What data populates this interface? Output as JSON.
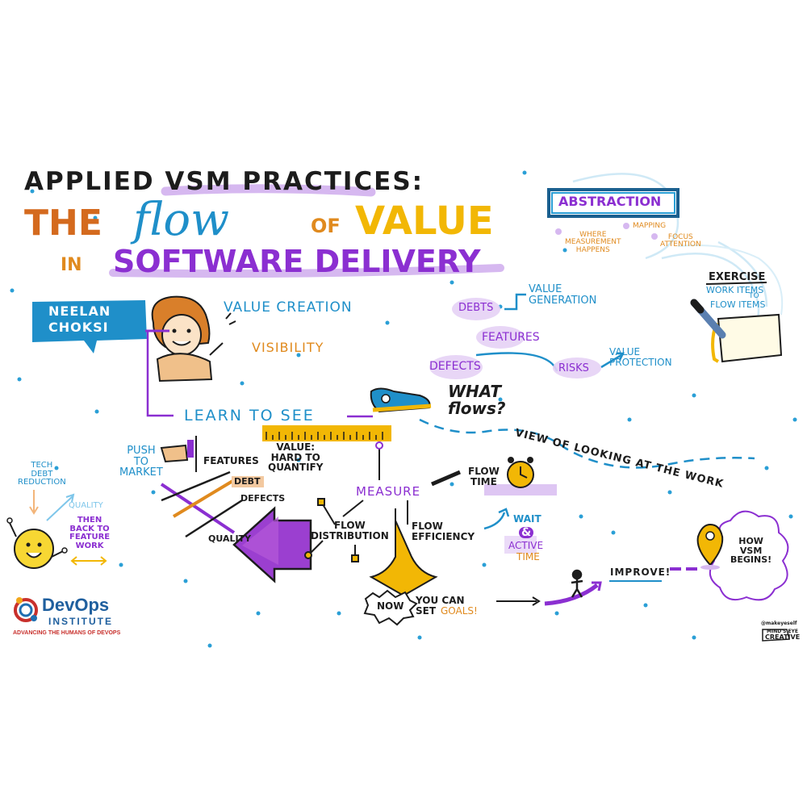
{
  "title": {
    "line1": "APPLIED VSM PRACTICES:",
    "line2_the": "THE",
    "line2_flow": "flow",
    "line2_of": "OF",
    "line2_value": "VALUE",
    "line3_in": "IN",
    "line3_rest": "SOFTWARE DELIVERY"
  },
  "speaker": {
    "name_line1": "NEELAN",
    "name_line2": "CHOKSI"
  },
  "abstraction": {
    "box": "ABSTRACTION",
    "where": "WHERE\nMEASUREMENT\nHAPPENS",
    "mapping": "MAPPING",
    "focus": "FOCUS\nATTENTION"
  },
  "exercise": {
    "title": "EXERCISE",
    "line1": "WORK  ITEMS",
    "to": "TO",
    "line2": "FLOW  ITEMS"
  },
  "labels": {
    "value_creation": "VALUE CREATION",
    "visibility": "VISIBILITY",
    "learn_to_see": "LEARN TO SEE",
    "debts": "DEBTS",
    "value_generation": "VALUE\nGENERATION",
    "features": "FEATURES",
    "defects": "DEFECTS",
    "risks": "RISKS",
    "value_protection": "VALUE\nPROTECTION",
    "what_flows": "WHAT\nflows?",
    "view": "VIEW OF LOOKING AT THE WORK",
    "value_hard": "VALUE:\nHARD TO\nQUANTIFY",
    "push_to_market": "PUSH\nTO\nMARKET",
    "features_small": "FEATURES",
    "debt": "DEBT",
    "defects_small": "DEFECTS",
    "quality": "QUALITY",
    "measure": "MEASURE",
    "flow_time": "FLOW\nTIME",
    "flow_distribution": "FLOW\nDISTRIBUTION",
    "flow_efficiency": "FLOW\nEFFICIENCY",
    "wait": "WAIT",
    "amp": "&",
    "active": "ACTIVE",
    "time": "TIME",
    "now": "NOW",
    "you_can_set": "YOU CAN\nSET",
    "goals": "GOALS!",
    "improve": "IMPROVE!",
    "how_vsm": "HOW\nVSM\nBEGINS!",
    "tech_debt": "TECH\nDEBT\nREDUCTION",
    "quality_left": "QUALITY",
    "then_back": "THEN\nBACK TO\nFEATURE\nWORK"
  },
  "logo": {
    "name": "DevOps",
    "sub": "INSTITUTE",
    "tagline": "ADVANCING THE HUMANS OF DEVOPS"
  },
  "credit": {
    "handle": "@makeyeself",
    "line1": "MIND'S EYE",
    "line2": "CREATIVE"
  },
  "colors": {
    "ink": "#1c1c1c",
    "blue": "#1f8fc9",
    "purple": "#8b2fd1",
    "orange": "#e08a1e",
    "yellow": "#f2b705",
    "lilac": "#d6b8f0",
    "brand_red": "#c8302c"
  }
}
